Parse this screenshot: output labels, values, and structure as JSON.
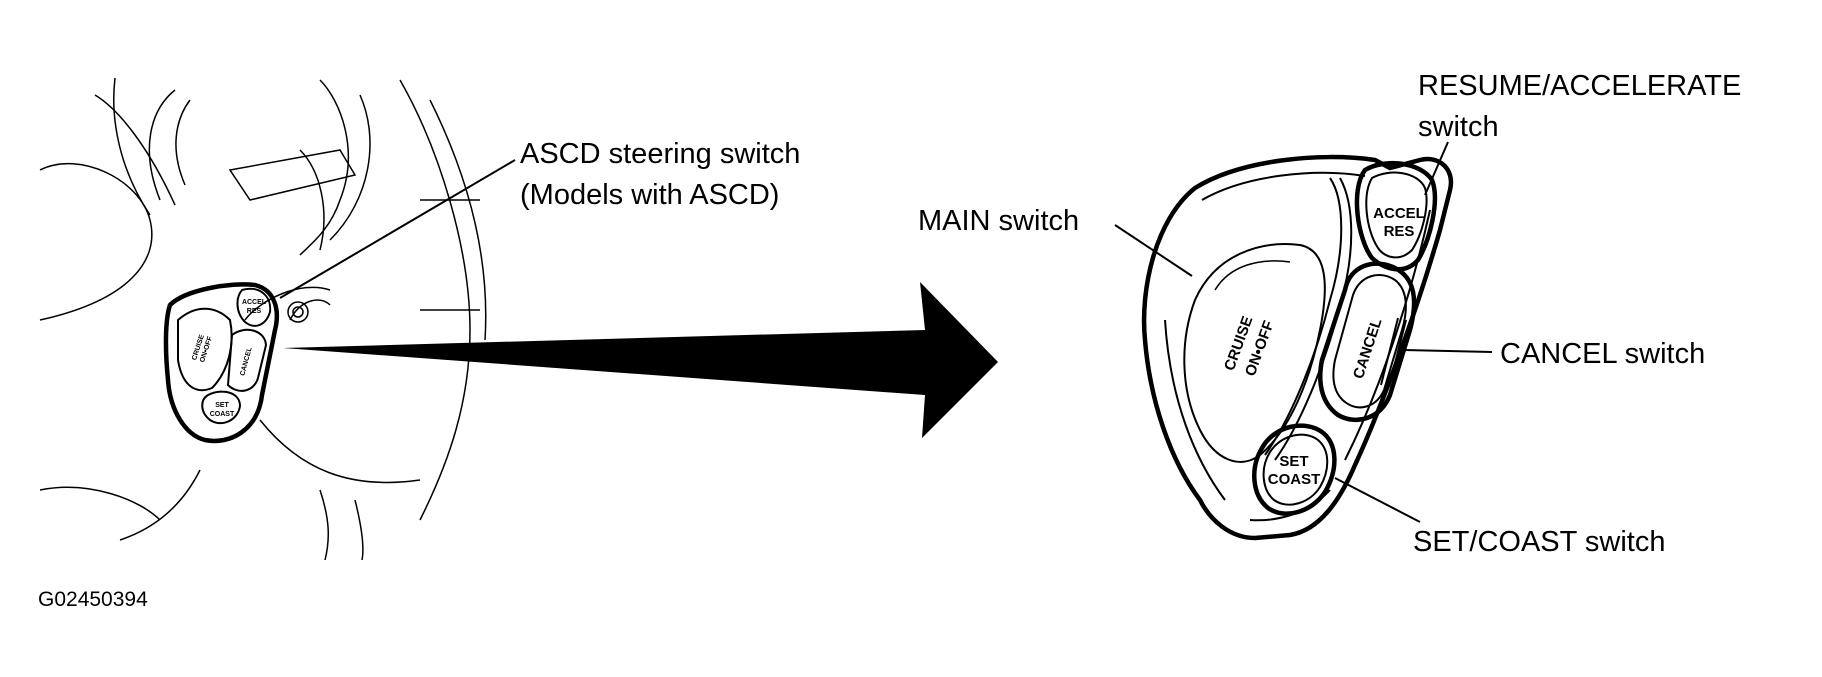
{
  "labels": {
    "steering_switch_line1": "ASCD steering switch",
    "steering_switch_line2": "(Models with ASCD)",
    "resume_line1": "RESUME/ACCELERATE",
    "resume_line2": "switch",
    "main": "MAIN switch",
    "cancel": "CANCEL switch",
    "set_coast": "SET/COAST switch",
    "figure_id": "G02450394"
  },
  "buttons": {
    "accel": "ACCEL",
    "res": "RES",
    "cruise": "CRUISE",
    "on_off": "ON•OFF",
    "cancel": "CANCEL",
    "set": "SET",
    "coast": "COAST"
  }
}
